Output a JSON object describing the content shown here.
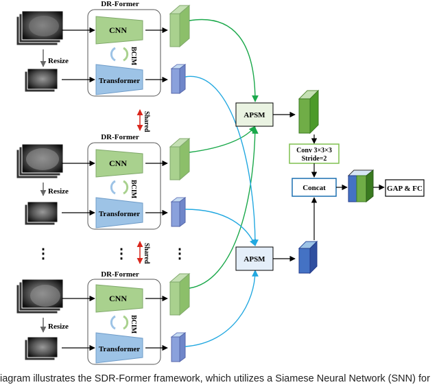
{
  "blocks": [
    {
      "title": "DR-Former",
      "cnn": "CNN",
      "transformer": "Transformer",
      "bcim": "BCIM",
      "resize": "Resize"
    },
    {
      "title": "DR-Former",
      "cnn": "CNN",
      "transformer": "Transformer",
      "bcim": "BCIM",
      "resize": "Resize"
    },
    {
      "title": "DR-Former",
      "cnn": "CNN",
      "transformer": "Transformer",
      "bcim": "BCIM",
      "resize": "Resize"
    }
  ],
  "shared_labels": [
    "Shared",
    "Shared"
  ],
  "ellipsis": "⋮",
  "apsm_top": "APSM",
  "apsm_bottom": "APSM",
  "conv_line1": "Conv 3×3×3",
  "conv_line2": "Stride=2",
  "concat": "Concat",
  "gap_fc": "GAP & FC",
  "caption": "iagram illustrates the SDR-Former framework, which utilizes a Siamese Neural Network (SNN) for",
  "colors": {
    "cnn_fill": "#a9d18e",
    "transformer_fill": "#9dc3e6",
    "green_line": "#1aa84a",
    "blue_line": "#22a8e0",
    "shared_arrow": "#d9261c",
    "apsm_top_fill": "#eaf3e2",
    "apsm_bottom_fill": "#e4eef9",
    "conv_border": "#7fbf4f",
    "concat_border": "#1a6fb0"
  }
}
